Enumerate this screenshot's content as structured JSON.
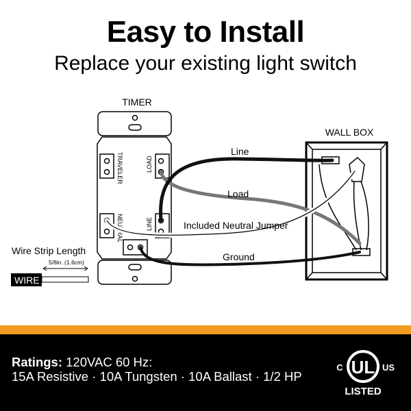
{
  "header": {
    "title": "Easy to Install",
    "subtitle": "Replace your existing light switch"
  },
  "diagram": {
    "timer_label": "TIMER",
    "wall_box_label": "WALL BOX",
    "terminals": {
      "traveler": "TRAVELER",
      "load": "LOAD",
      "neutral": "NEUTRAL",
      "line": "LINE"
    },
    "wires": {
      "line": "Line",
      "load": "Load",
      "neutral_jumper": "Included Neutral Jumper",
      "ground": "Ground"
    },
    "strip": {
      "title": "Wire Strip Length",
      "measure": "5/8in. (1.6cm)",
      "wire_label": "WIRE"
    }
  },
  "footer": {
    "ratings_label": "Ratings:",
    "ratings_line1": "120VAC 60 Hz:",
    "ratings_line2": "15A Resistive · 10A Tungsten · 10A Ballast · 1/2 HP",
    "cert": {
      "c": "C",
      "ul": "UL",
      "us": "US",
      "listed": "LISTED"
    }
  },
  "colors": {
    "accent": "#f39a21",
    "footer_bg": "#000000"
  }
}
